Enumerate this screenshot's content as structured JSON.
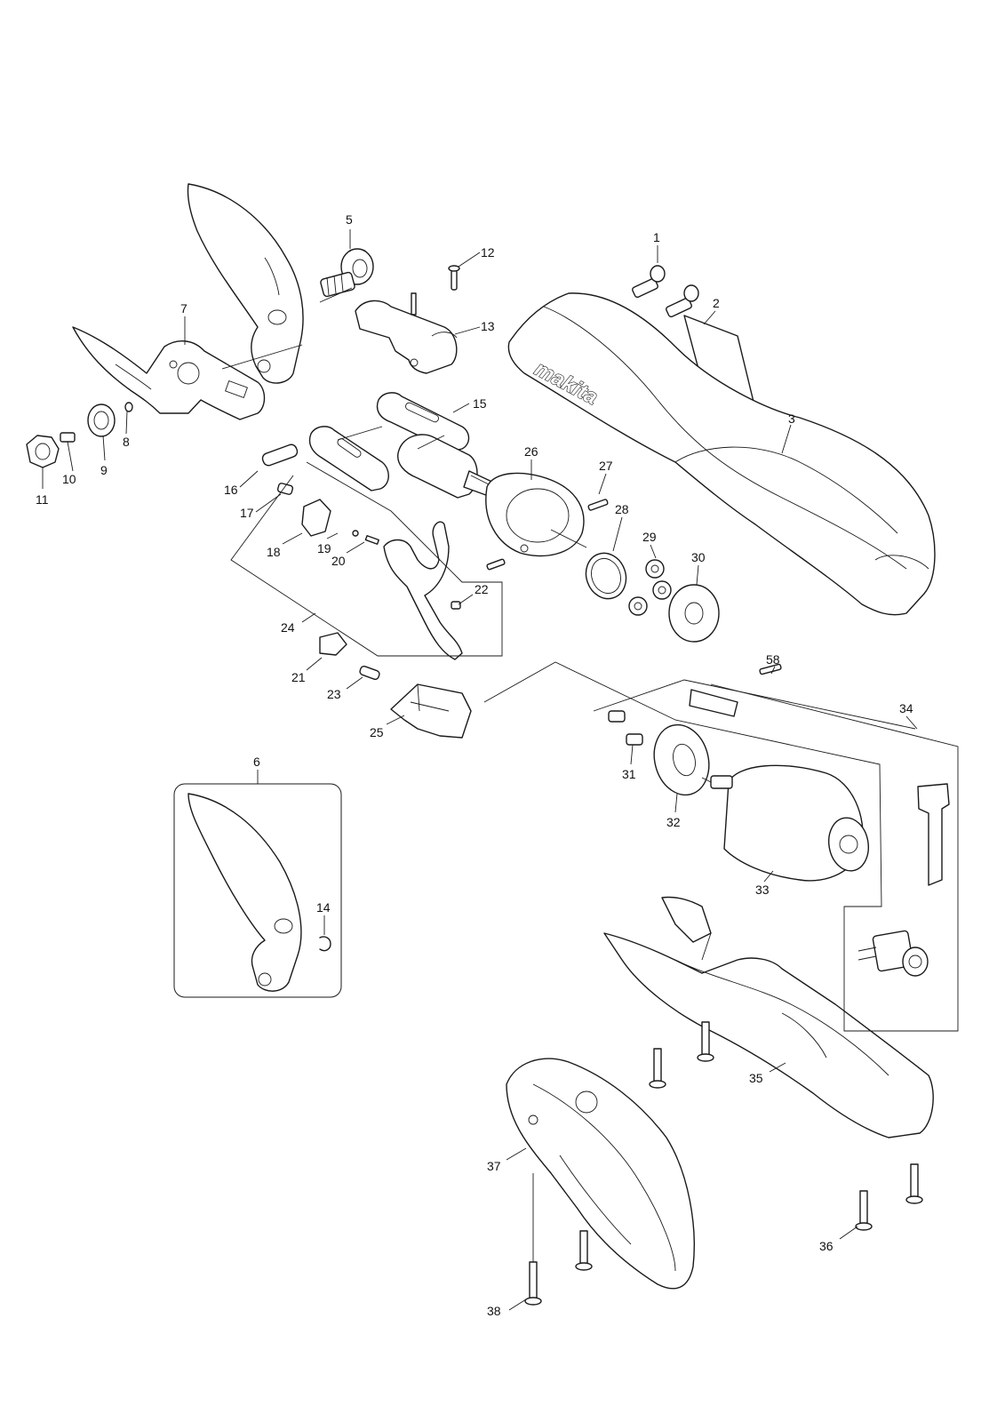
{
  "brand": "makita",
  "callouts": {
    "p1": "1",
    "p2": "2",
    "p3": "3",
    "p5": "5",
    "p6": "6",
    "p7": "7",
    "p8": "8",
    "p9": "9",
    "p10": "10",
    "p11": "11",
    "p12": "12",
    "p13": "13",
    "p14": "14",
    "p15": "15",
    "p16": "16",
    "p17": "17",
    "p18": "18",
    "p19": "19",
    "p20": "20",
    "p21": "21",
    "p22": "22",
    "p23": "23",
    "p24": "24",
    "p25": "25",
    "p26": "26",
    "p27": "27",
    "p28": "28",
    "p29": "29",
    "p30": "30",
    "p31": "31",
    "p32": "32",
    "p33": "33",
    "p34": "34",
    "p35": "35",
    "p36": "36",
    "p37": "37",
    "p38": "38",
    "p58": "58"
  }
}
